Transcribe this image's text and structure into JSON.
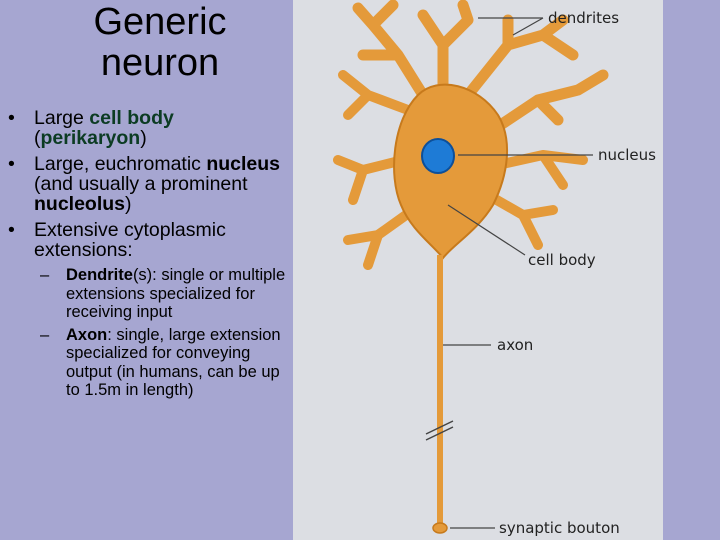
{
  "title": {
    "line1": "Generic",
    "line2": "neuron"
  },
  "bullets": {
    "b1": {
      "pre": "Large ",
      "bold1": "cell body",
      "mid": "(",
      "bold2": "perikaryon",
      "post": ")"
    },
    "b2": {
      "pre": "Large, euchromatic ",
      "bold1": "nucleus",
      "mid": " (and usually a prominent ",
      "bold2": "nucleolus",
      "post": ")"
    },
    "b3": {
      "text": "Extensive cytoplasmic extensions:"
    },
    "sub1": {
      "bold": "Dendrite",
      "rest": "(s): single or multiple extensions specialized for receiving input"
    },
    "sub2": {
      "bold": "Axon",
      "rest": ": single, large extension specialized for conveying output (in humans, can be up to 1.5m in length)"
    }
  },
  "labels": {
    "dendrites": "dendrites",
    "nucleus": "nucleus",
    "cell_body": "cell body",
    "axon": "axon",
    "synaptic_bouton": "synaptic bouton"
  },
  "colors": {
    "background": "#a6a6d1",
    "panel": "#dcdee3",
    "neuron_fill": "#e49a3a",
    "neuron_edge": "#c77a1c",
    "nucleus": "#1e7bd6",
    "bold_term": "#0c3c23"
  }
}
